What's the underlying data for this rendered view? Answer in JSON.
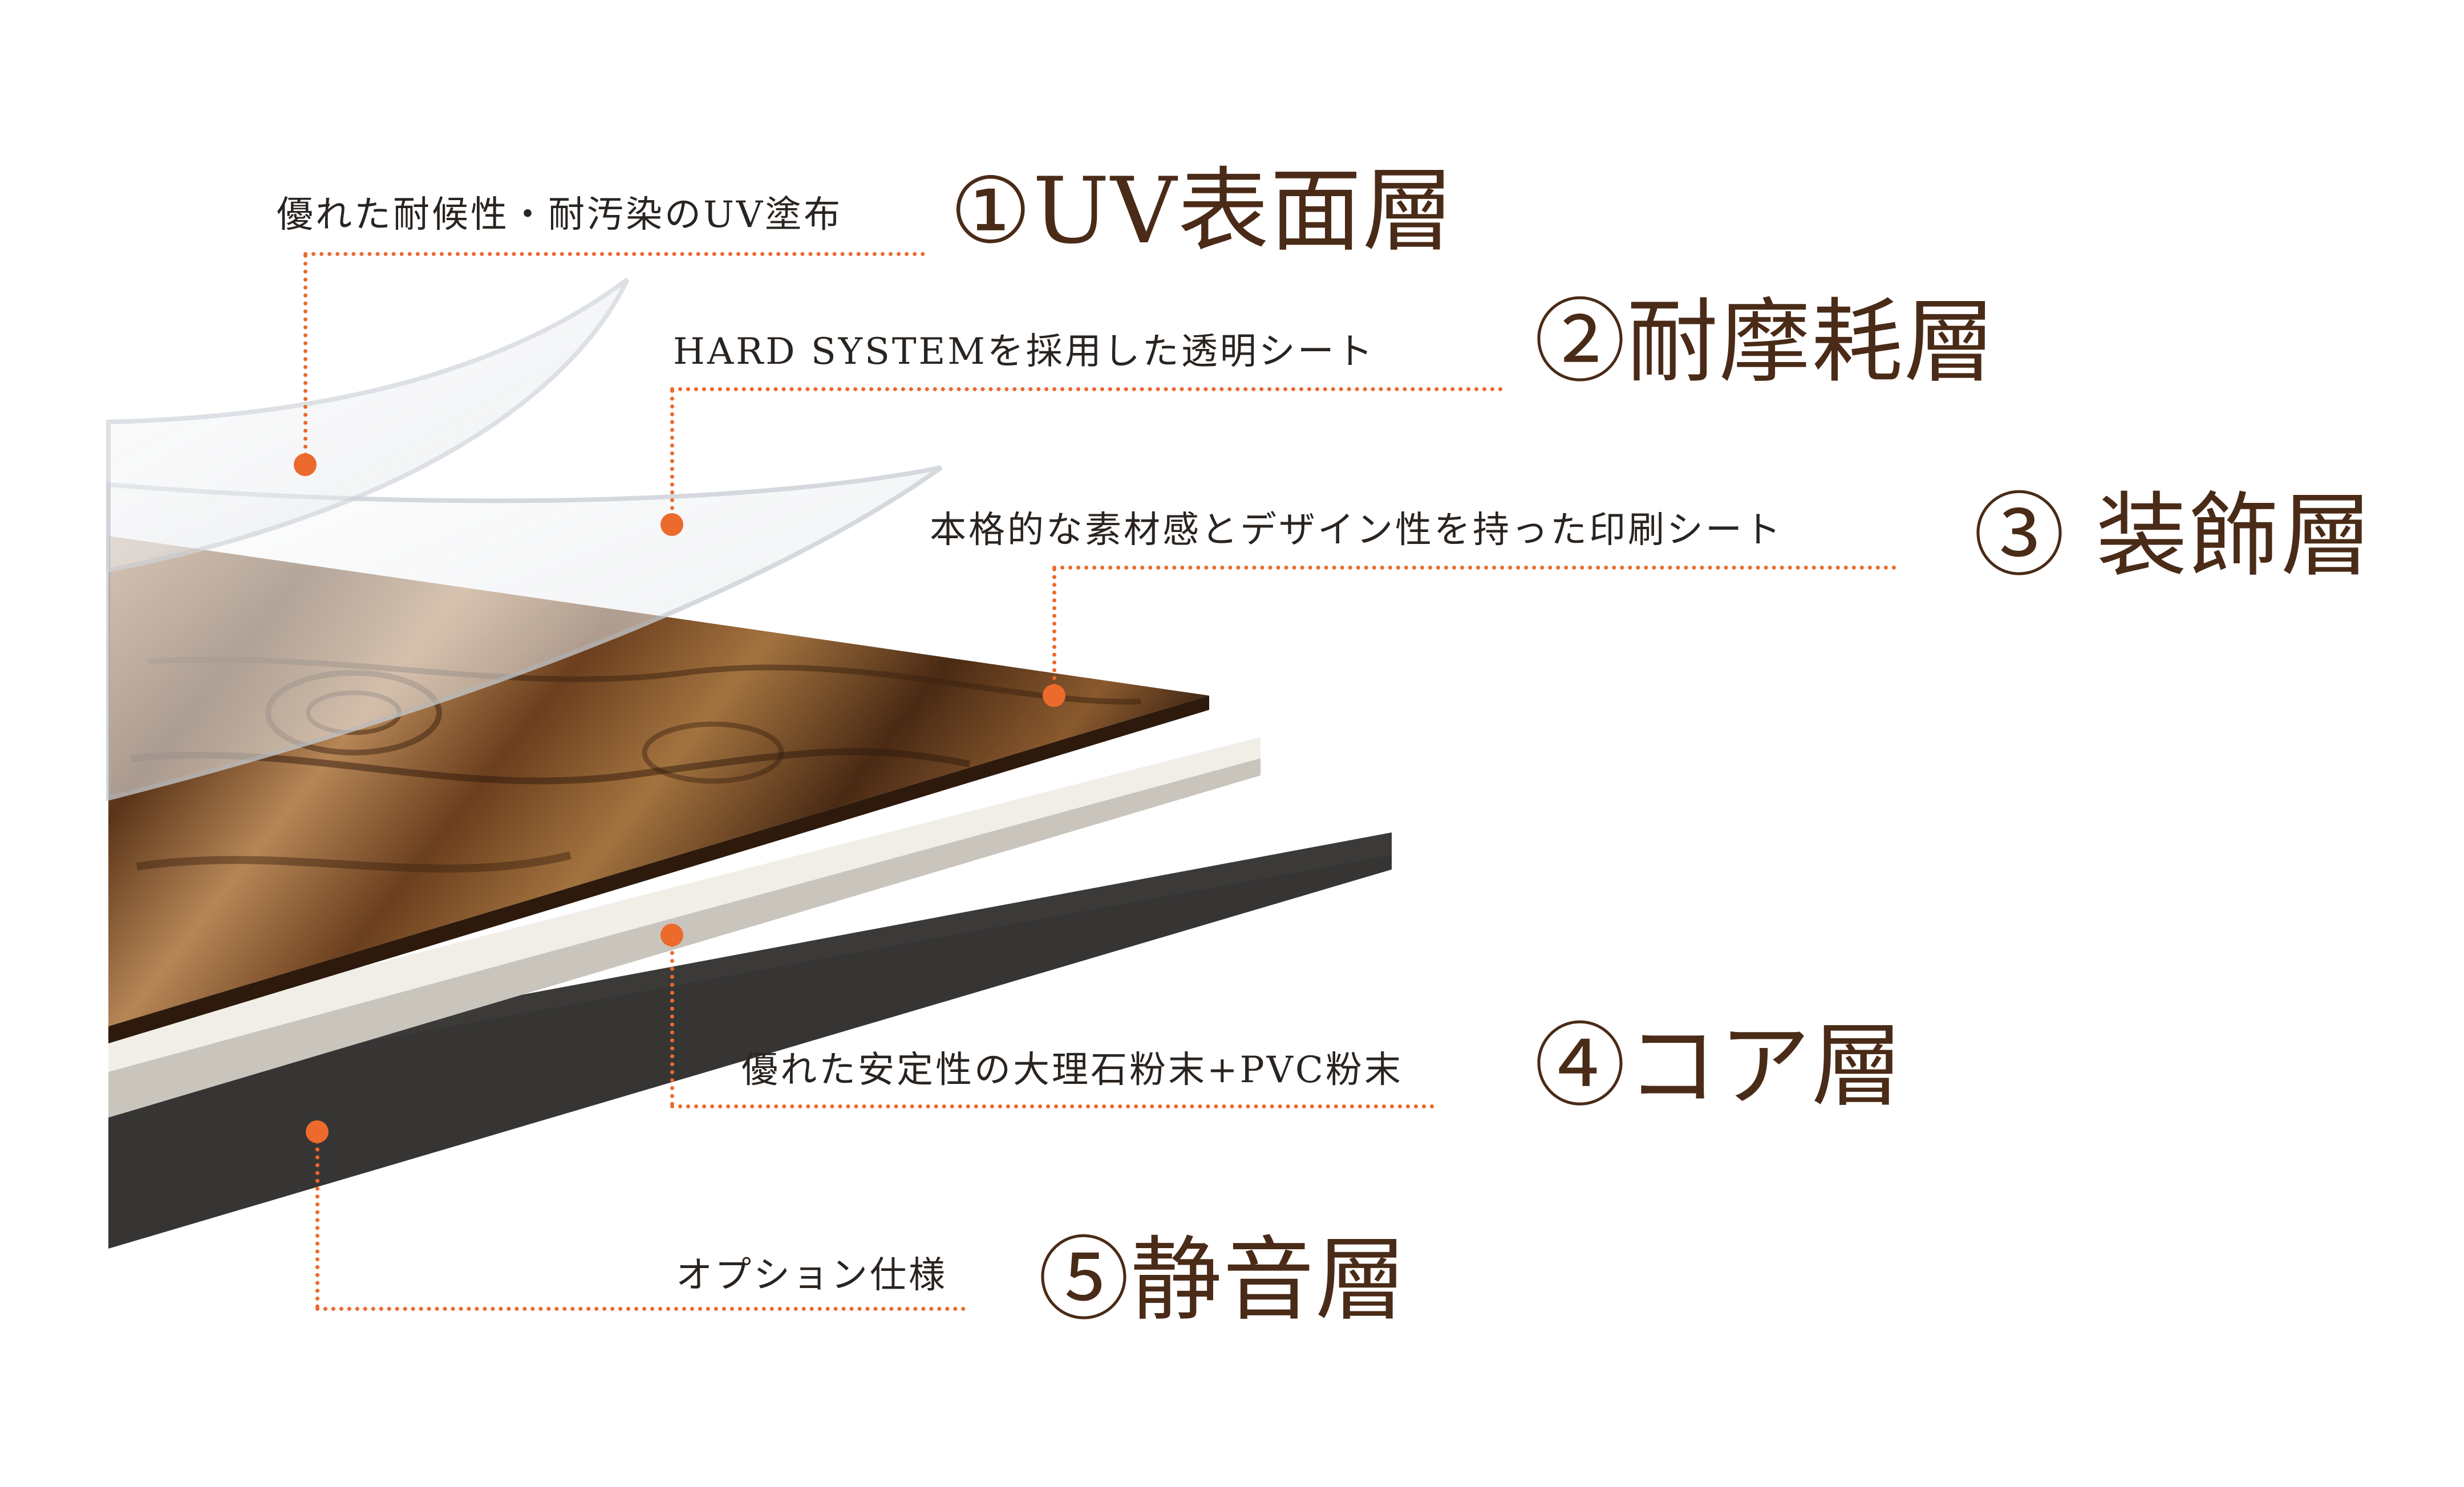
{
  "layers": [
    {
      "id": 1,
      "title": "①UV表面層",
      "description": "優れた耐候性・耐汚染のUV塗布"
    },
    {
      "id": 2,
      "title": "②耐摩耗層",
      "description": "HARD SYSTEMを採用した透明シート"
    },
    {
      "id": 3,
      "title": "③ 装飾層",
      "description": "本格的な素材感とデザイン性を持った印刷シート"
    },
    {
      "id": 4,
      "title": "④コア層",
      "description": "優れた安定性の大理石粉末+PVC粉末"
    },
    {
      "id": 5,
      "title": "⑤静音層",
      "description": "オプション仕様"
    }
  ],
  "colors": {
    "accent": "#ec6a2c",
    "title_text": "#4a2b17",
    "description_text": "#2a2420",
    "wood_dark": "#3e2413",
    "wood_mid": "#7a4a26",
    "wood_light": "#b68656",
    "core_layer": "#e6e3dc",
    "core_side": "#c9c5bd",
    "sound_layer": "#3b3a39",
    "clear_film": "#e4e8ec"
  },
  "icons": {
    "marker": "orange-dot"
  }
}
